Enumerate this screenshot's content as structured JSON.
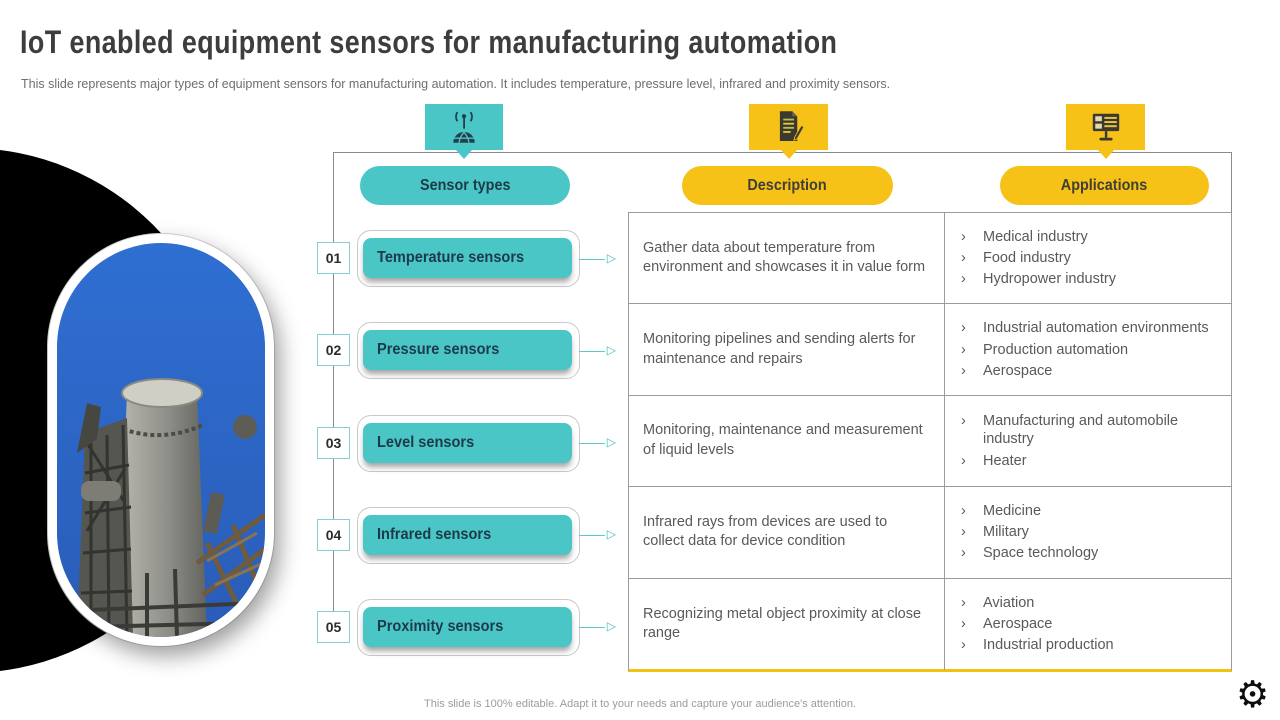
{
  "slide": {
    "title": "IoT enabled equipment sensors for manufacturing automation",
    "subtitle": "This slide represents major types of equipment sensors for manufacturing automation. It includes temperature, pressure level, infrared and proximity sensors.",
    "footer": "This slide is 100% editable.  Adapt it to your needs and capture your audience's attention."
  },
  "columns": {
    "sensor_types": {
      "label": "Sensor types",
      "icon": "satellite-antenna-icon"
    },
    "description": {
      "label": "Description",
      "icon": "document-pen-icon"
    },
    "applications": {
      "label": "Applications",
      "icon": "monitor-icon"
    }
  },
  "icons": {
    "bullet": "›",
    "arrow_head": "▷",
    "gear": "⚙"
  },
  "colors": {
    "teal": "#4ac6c6",
    "yellow": "#f6c217",
    "dark_text": "#1d3a4a",
    "body_text": "#595959",
    "table_border": "#9b9b9b",
    "table_bottom": "#f3c211"
  },
  "rows": [
    {
      "number": "01",
      "sensor": "Temperature sensors",
      "description": "Gather data about temperature from environment and showcases it in value form",
      "applications": [
        "Medical industry",
        "Food industry",
        "Hydropower industry"
      ]
    },
    {
      "number": "02",
      "sensor": "Pressure sensors",
      "description": "Monitoring pipelines and sending alerts for maintenance and repairs",
      "applications": [
        "Industrial automation environments",
        "Production automation",
        "Aerospace"
      ]
    },
    {
      "number": "03",
      "sensor": "Level sensors",
      "description": "Monitoring, maintenance and measurement of liquid levels",
      "applications": [
        "Manufacturing and automobile industry",
        "Heater"
      ]
    },
    {
      "number": "04",
      "sensor": "Infrared sensors",
      "description": "Infrared rays from devices are used to collect data for device condition",
      "applications": [
        "Medicine",
        "Military",
        "Space technology"
      ]
    },
    {
      "number": "05",
      "sensor": "Proximity sensors",
      "description": "Recognizing metal object proximity at close range",
      "applications": [
        "Aviation",
        "Aerospace",
        "Industrial production"
      ]
    }
  ]
}
